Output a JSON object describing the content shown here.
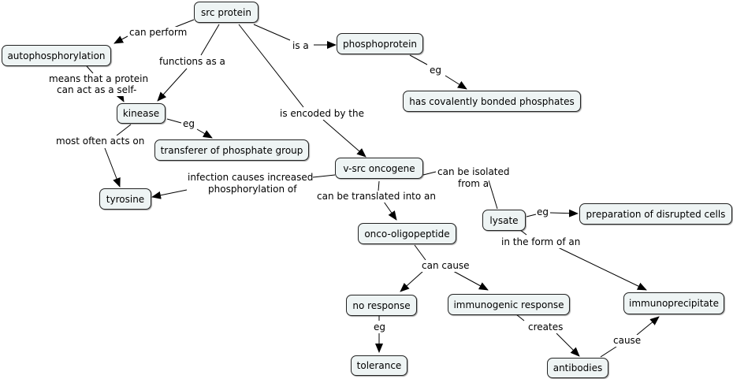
{
  "concepts": {
    "src_protein": "src protein",
    "autophosphorylation": "autophosphorylation",
    "phosphoprotein": "phosphoprotein",
    "kinease": "kinease",
    "covalent_phosphates": "has covalently bonded phosphates",
    "transferer": "transferer of phosphate group",
    "tyrosine": "tyrosine",
    "vsrc": "v-src oncogene",
    "lysate": "lysate",
    "disrupted_cells": "preparation of disrupted cells",
    "onco": "onco-oligopeptide",
    "no_response": "no response",
    "immunogenic": "immunogenic response",
    "immunoprecipitate": "immunoprecipitate",
    "tolerance": "tolerance",
    "antibodies": "antibodies"
  },
  "links": {
    "can_perform": "can perform",
    "is_a": "is a",
    "functions_as": "functions as a",
    "means_line1": "means that a protein",
    "means_line2": "can act as a self-",
    "eg_phospho": "eg",
    "eg_kinease": "eg",
    "is_encoded": "is encoded by the",
    "most_often": "most often acts on",
    "infection_line1": "infection causes increased",
    "infection_line2": "phosphorylation of",
    "isolated_line1": "can be isolated",
    "isolated_line2": "from a",
    "translated": "can be translated into an",
    "eg_lysate": "eg",
    "in_form": "in the form of an",
    "can_cause": "can cause",
    "eg_noresp": "eg",
    "creates": "creates",
    "cause": "cause"
  }
}
